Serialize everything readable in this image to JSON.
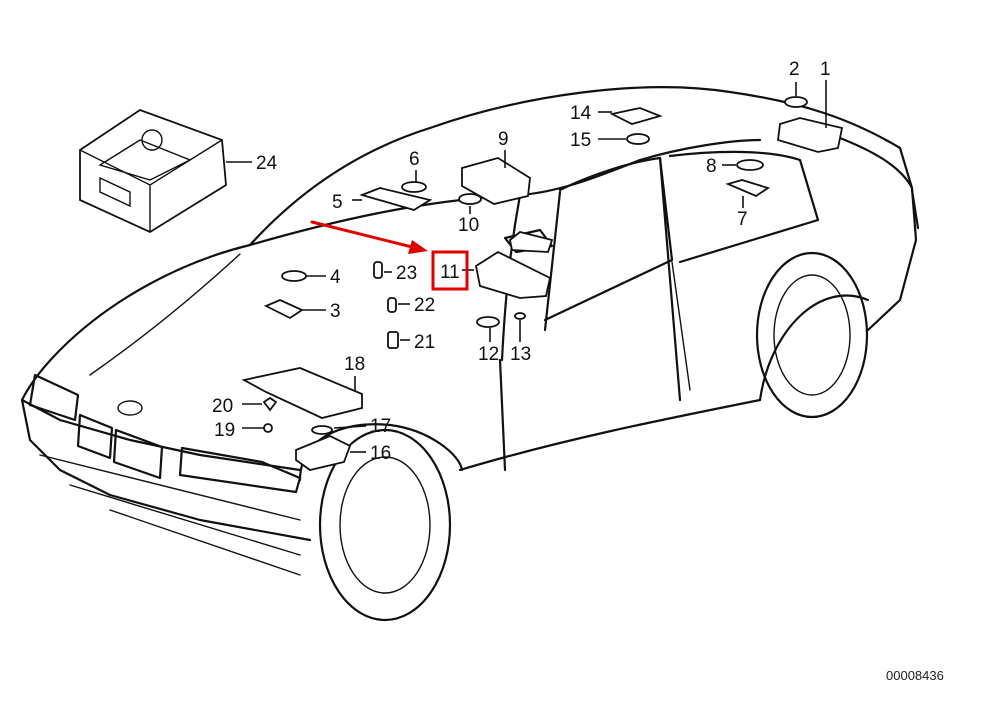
{
  "diagram": {
    "drawing_code": "00008436",
    "highlight_color": "#e00000",
    "highlighted_part": "11",
    "callouts": [
      "1",
      "2",
      "3",
      "4",
      "5",
      "6",
      "7",
      "8",
      "9",
      "10",
      "11",
      "12",
      "13",
      "14",
      "15",
      "16",
      "17",
      "18",
      "19",
      "20",
      "21",
      "22",
      "23",
      "24"
    ]
  }
}
